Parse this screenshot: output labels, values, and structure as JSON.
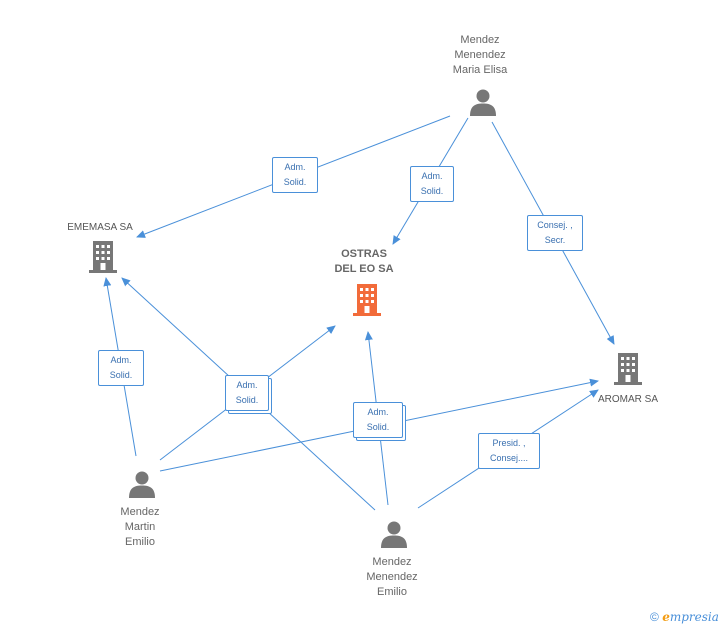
{
  "nodes": {
    "maria_elisa": {
      "lines": [
        "Mendez",
        "Menendez",
        "Maria Elisa"
      ]
    },
    "ememasa": {
      "name": "EMEMASA SA"
    },
    "ostras": {
      "lines": [
        "OSTRAS",
        "DEL EO SA"
      ]
    },
    "aromar": {
      "name": "AROMAR SA"
    },
    "martin_emilio": {
      "lines": [
        "Mendez",
        "Martin",
        "Emilio"
      ]
    },
    "menendez_emilio": {
      "lines": [
        "Mendez",
        "Menendez",
        "Emilio"
      ]
    }
  },
  "edge_labels": {
    "e1": [
      "Adm.",
      "Solid."
    ],
    "e2": [
      "Adm.",
      "Solid."
    ],
    "e3": [
      "Consej. ,",
      "Secr."
    ],
    "e4": [
      "Adm.",
      "Solid."
    ],
    "e5": [
      "Adm.",
      "Solid."
    ],
    "e6": [
      "Adm.",
      "Solid."
    ],
    "e7": [
      "Presid. ,",
      "Consej...."
    ]
  },
  "colors": {
    "edge": "#4a90d9",
    "person_icon": "#777777",
    "company_icon": "#777777",
    "main_company_icon": "#f26b3a"
  },
  "footer": {
    "copyright": "©",
    "brand_initial": "e",
    "brand_rest": "mpresia"
  }
}
